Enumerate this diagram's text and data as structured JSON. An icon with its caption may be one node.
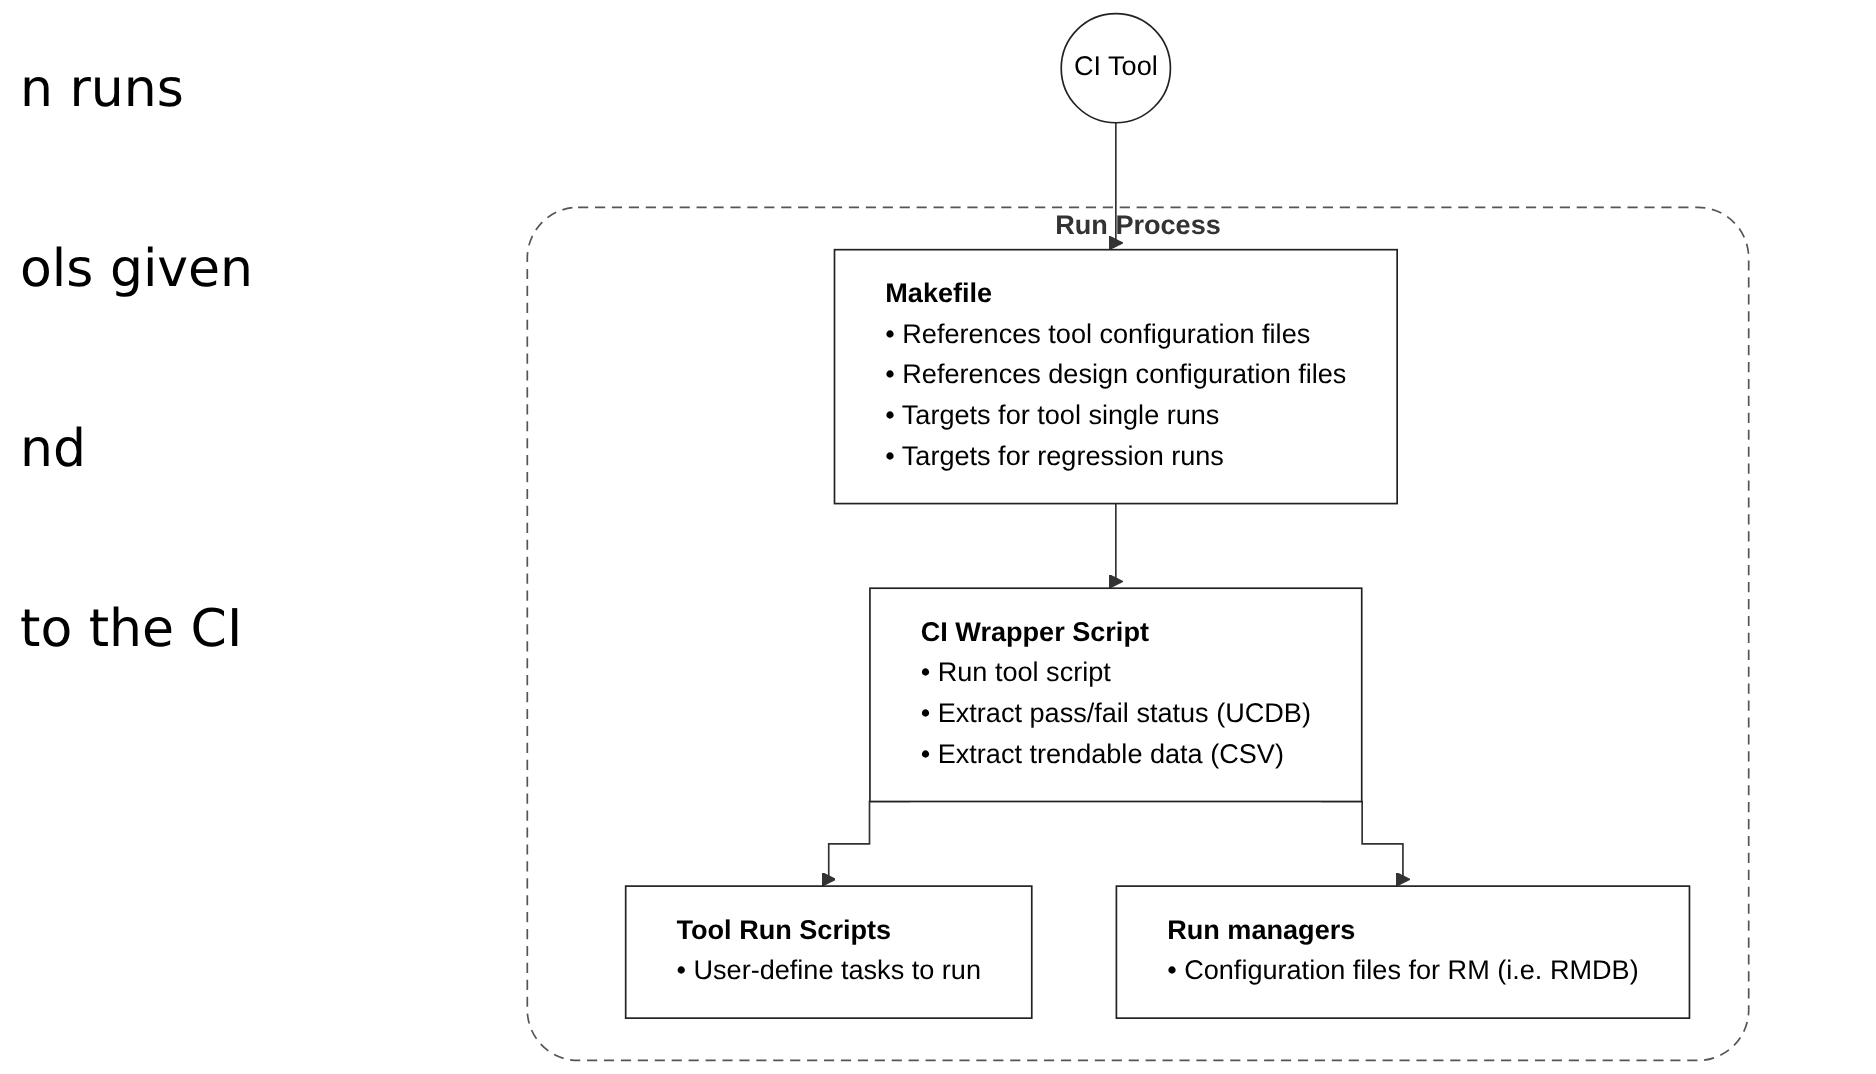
{
  "diagram": {
    "nodes": [
      {
        "text": [
          "Run Process"
        ]
      },
      {
        "text": [
          "CI Tool"
        ]
      },
      {
        "text": [
          "Makefile",
          "• References tool configuration files",
          "• References design configuration files",
          "• Targets for tool single runs",
          "• Targets for regression runs"
        ],
        "in": 0
      },
      {
        "text": [
          "CI Wrapper Script",
          "• Run tool script",
          "• Extract pass/fail status (UCDB)",
          "• Extract trendable data  (CSV)"
        ],
        "in": 0
      },
      {
        "text": [
          "Tool Run Scripts",
          "• User-define tasks to run"
        ],
        "in": 0
      },
      {
        "text": [
          "Run managers",
          "• Configuration files for RM (i.e. RMDB)"
        ],
        "in": 0
      }
    ],
    "edges": [
      {
        "from": 1,
        "to": 2,
        "arrow": "to"
      },
      {
        "from": 2,
        "to": 3,
        "arrow": "to"
      },
      {
        "from": 3,
        "to": 4,
        "arrow": "to"
      },
      {
        "from": 3,
        "to": 5,
        "arrow": "to"
      }
    ],
    "labels": [
      "n runs",
      "ols given",
      "nd",
      "to the CI"
    ]
  }
}
